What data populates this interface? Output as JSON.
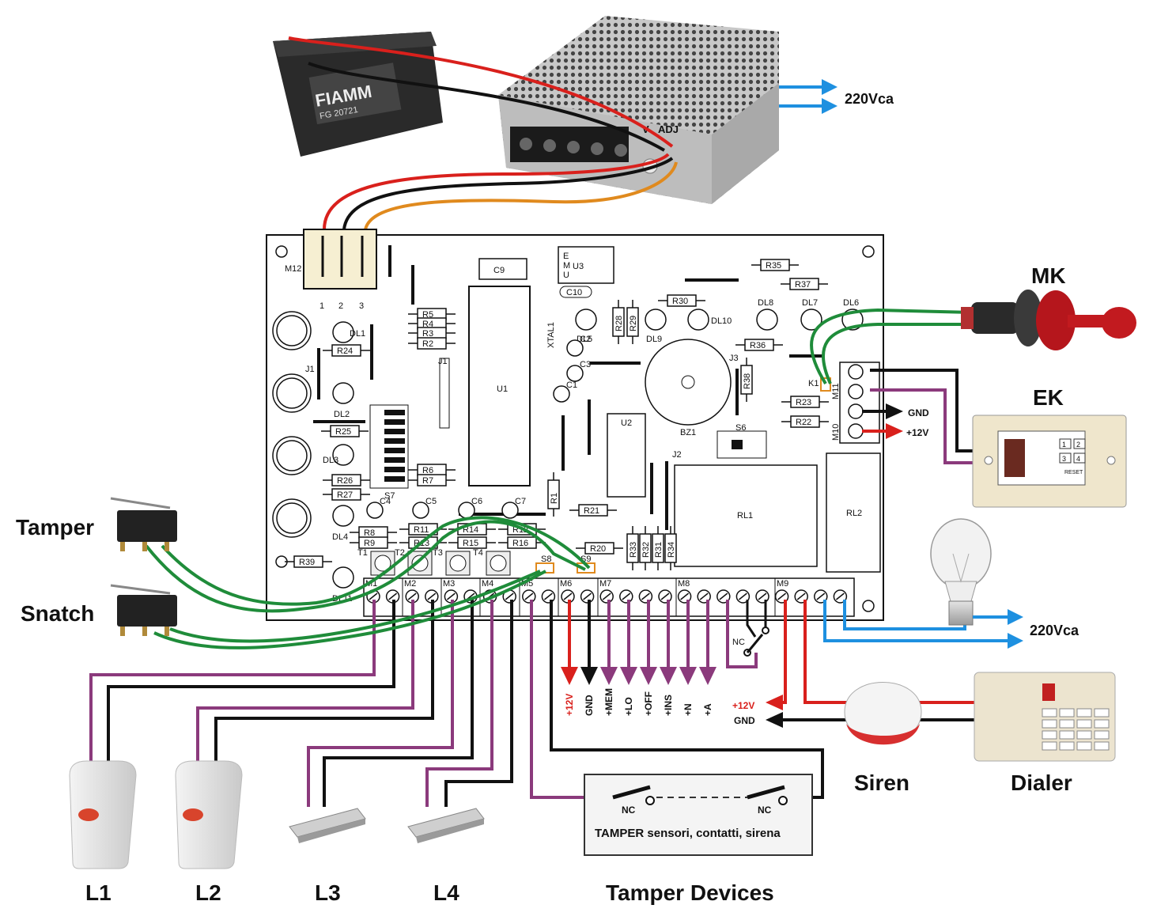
{
  "labels": {
    "mk": "MK",
    "ek": "EK",
    "tamper": "Tamper",
    "snatch": "Snatch",
    "siren": "Siren",
    "dialer": "Dialer",
    "l1": "L1",
    "l2": "L2",
    "l3": "L3",
    "l4": "L4",
    "tamper_devices": "Tamper Devices",
    "tamper_box": "TAMPER sensori, contatti, sirena",
    "mains_psu": "220Vca",
    "mains_lamp": "220Vca",
    "gnd_ek": "GND",
    "v12_ek": "+12V",
    "v12_siren": "+12V",
    "gnd_siren": "GND",
    "nc_1": "NC",
    "nc_2": "NC",
    "nc_relay": "NC",
    "battery_brand": "FIAMM",
    "battery_model": "FG 20721",
    "psu_adj": "ADJ",
    "psu_v": "V",
    "m12": "M12",
    "m12_pins": [
      "1",
      "2",
      "3"
    ],
    "m10": "M10",
    "m11": "M11",
    "k1": "K1",
    "rl1": "RL1",
    "rl2": "RL2",
    "bz1": "BZ1",
    "u1": "U1",
    "u2": "U2",
    "u3": "U3",
    "u3_pins": [
      "E",
      "M",
      "U"
    ],
    "c9": "C9",
    "c10": "C10",
    "xtal": "XTAL1",
    "s6": "S6",
    "s7": "S7",
    "s8": "S8",
    "s9": "S9",
    "j1": "J1",
    "j1b": "J1",
    "j2": "J2",
    "j3": "J3",
    "ek_reset": "RESET",
    "ek_keys": [
      "1",
      "2",
      "3",
      "4"
    ]
  },
  "outputs": [
    "+12V",
    "GND",
    "+MEM",
    "+LO",
    "+OFF",
    "+INS",
    "+N",
    "+A"
  ],
  "terminal_blocks": [
    "M1",
    "M2",
    "M3",
    "M4",
    "M5",
    "M6",
    "M7",
    "M8",
    "M9"
  ],
  "components": {
    "resistors": [
      "R35",
      "R37",
      "R30",
      "R36",
      "R38",
      "R23",
      "R22",
      "R28",
      "R29",
      "R5",
      "R4",
      "R3",
      "R2",
      "R24",
      "R25",
      "R26",
      "R27",
      "R6",
      "R7",
      "R21",
      "R1",
      "R8",
      "R9",
      "R11",
      "R13",
      "R14",
      "R15",
      "R12",
      "R16",
      "R39",
      "R20",
      "R33",
      "R32",
      "R31",
      "R34"
    ],
    "leds": [
      "DL1",
      "DL2",
      "DL3",
      "DL4",
      "DL5",
      "DL6",
      "DL7",
      "DL8",
      "DL9",
      "DL10",
      "DL11"
    ],
    "caps": [
      "C1",
      "C2",
      "C3",
      "C4",
      "C5",
      "C6",
      "C7"
    ],
    "trimmers": [
      "T1",
      "T2",
      "T3",
      "T4"
    ]
  },
  "colors": {
    "wire_red": "#d9201c",
    "wire_black": "#111111",
    "wire_purple": "#8b3a7c",
    "wire_green": "#1f8c3a",
    "wire_orange": "#e08a1e",
    "wire_blue": "#1e90e0",
    "board_line": "#111111"
  }
}
